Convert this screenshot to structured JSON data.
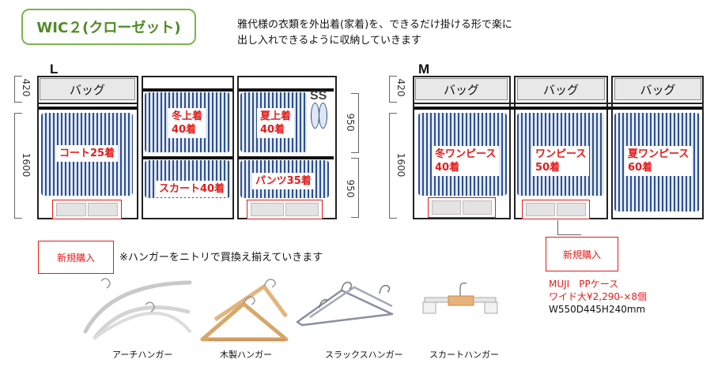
{
  "title": "WIC２(クローゼット)",
  "intro": [
    "雅代様の衣類を外出着(家着)を、できるだけ掛ける形で楽に",
    "出し入れできるように収納していきます"
  ],
  "closet_l": {
    "letter": "L",
    "dim_top": "420",
    "dim_left": "1600",
    "dim_right_top": "950",
    "dim_right_bottom": "950",
    "bag_label": "バッグ",
    "ss_label": "SS",
    "labels": {
      "coat": "コート25着",
      "winter_top_1": "冬上着",
      "winter_top_2": "40着",
      "summer_top_1": "夏上着",
      "summer_top_2": "40着",
      "skirt": "スカート40着",
      "pants": "パンツ35着"
    }
  },
  "closet_m": {
    "letter": "M",
    "dim_top": "420",
    "dim_left": "1600",
    "bags": [
      "バッグ",
      "バッグ",
      "バッグ"
    ],
    "labels": {
      "winter_dress_1": "冬ワンピース",
      "winter_dress_2": "40着",
      "dress_1": "ワンピース",
      "dress_2": "50着",
      "summer_dress_1": "夏ワンピース",
      "summer_dress_2": "60着"
    }
  },
  "new_purchase_left": "新規購入",
  "new_purchase_right": "新規購入",
  "note": "※ハンガーをニトリで買換え揃えていきます",
  "hangers": [
    "アーチハンガー",
    "木製ハンガー",
    "スラックスハンガー",
    "スカートハンガー"
  ],
  "muji": [
    "MUJI　PPケース",
    "ワイド大¥2,290-×8個",
    "W550D445H240mm"
  ],
  "colors": {
    "accent_green": "#4e8b25",
    "red": "#e41b1b",
    "hanger_blue": "#2d4f8e"
  }
}
